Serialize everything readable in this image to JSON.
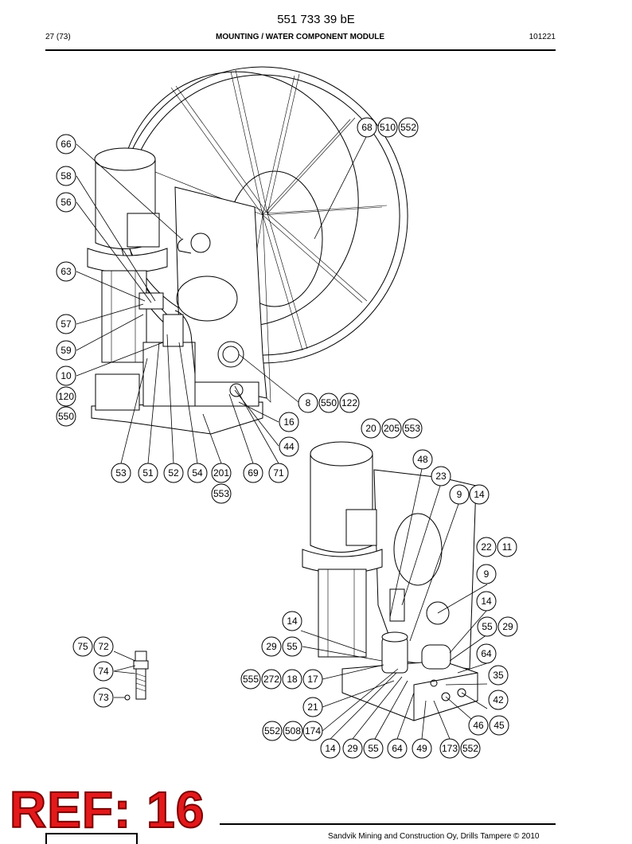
{
  "header": {
    "doc_number": "551 733 39 bE",
    "page_count": "27 (73)",
    "section_title": "MOUNTING / WATER COMPONENT MODULE",
    "revision": "101221"
  },
  "footer": {
    "ref_stamp": "REF: 16",
    "copyright": "Sandvik Mining and Construction Oy, Drills Tampere © 2010"
  },
  "callouts": {
    "c66": "66",
    "c58": "58",
    "c56": "56",
    "c63": "63",
    "c57": "57",
    "c59": "59",
    "c10": "10",
    "c120": "120",
    "c550a": "550",
    "c68": "68",
    "c510": "510",
    "c552a": "552",
    "c8": "8",
    "c550b": "550",
    "c122": "122",
    "c16": "16",
    "c44": "44",
    "c53": "53",
    "c51": "51",
    "c52": "52",
    "c54": "54",
    "c201": "201",
    "c69": "69",
    "c71": "71",
    "c553a": "553",
    "c20": "20",
    "c205": "205",
    "c553b": "553",
    "c48": "48",
    "c23": "23",
    "c9a": "9",
    "c14a": "14",
    "c22": "22",
    "c11": "11",
    "c9b": "9",
    "c14b": "14",
    "c55a": "55",
    "c29a": "29",
    "c64a": "64",
    "c35": "35",
    "c42": "42",
    "c46": "46",
    "c45": "45",
    "c14c": "14",
    "c29b": "29",
    "c55b": "55",
    "c555": "555",
    "c272": "272",
    "c18": "18",
    "c17": "17",
    "c21": "21",
    "c552b": "552",
    "c508": "508",
    "c174": "174",
    "c14d": "14",
    "c29c": "29",
    "c55c": "55",
    "c64b": "64",
    "c49": "49",
    "c173": "173",
    "c552c": "552",
    "c75": "75",
    "c72": "72",
    "c74": "74",
    "c73": "73"
  }
}
